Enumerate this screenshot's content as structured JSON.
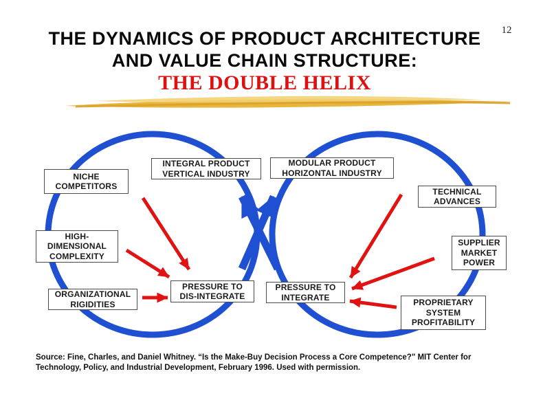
{
  "slide": {
    "page_number": "12",
    "title_line1": "THE DYNAMICS OF PRODUCT ARCHITECTURE",
    "title_line2": "AND VALUE CHAIN STRUCTURE:",
    "subtitle": "THE DOUBLE HELIX",
    "source_line1": "Source: Fine, Charles, and Daniel Whitney. “Is the Make-Buy Decision Process a Core Competence?\" MIT Center for",
    "source_line2": "Technology, Policy, and Industrial Development, February 1996. Used with permission."
  },
  "colors": {
    "circle_blue": "#1f50d2",
    "arrow_red": "#e01212",
    "subtitle_red": "#dd1111",
    "highlight_yellow": "#e8b63c",
    "box_border_gray": "#4a4a4a"
  },
  "diagram": {
    "boxes": {
      "niche": {
        "lines": [
          "NICHE",
          "COMPETITORS"
        ]
      },
      "integral": {
        "lines": [
          "INTEGRAL PRODUCT",
          "VERTICAL INDUSTRY"
        ]
      },
      "modular": {
        "lines": [
          "MODULAR PRODUCT",
          "HORIZONTAL INDUSTRY"
        ]
      },
      "technical": {
        "lines": [
          "TECHNICAL",
          "ADVANCES"
        ]
      },
      "high_dimensional": {
        "lines": [
          "HIGH-",
          "DIMENSIONAL",
          "COMPLEXITY"
        ]
      },
      "supplier": {
        "lines": [
          "SUPPLIER",
          "MARKET",
          "POWER"
        ]
      },
      "organizational": {
        "lines": [
          "ORGANIZATIONAL",
          "RIGIDITIES"
        ]
      },
      "pressure_disintegrate": {
        "lines": [
          "PRESSURE TO",
          "DIS-INTEGRATE"
        ]
      },
      "pressure_integrate": {
        "lines": [
          "PRESSURE TO",
          "INTEGRATE"
        ]
      },
      "proprietary": {
        "lines": [
          "PROPRIETARY",
          "SYSTEM",
          "PROFITABILITY"
        ]
      }
    }
  }
}
